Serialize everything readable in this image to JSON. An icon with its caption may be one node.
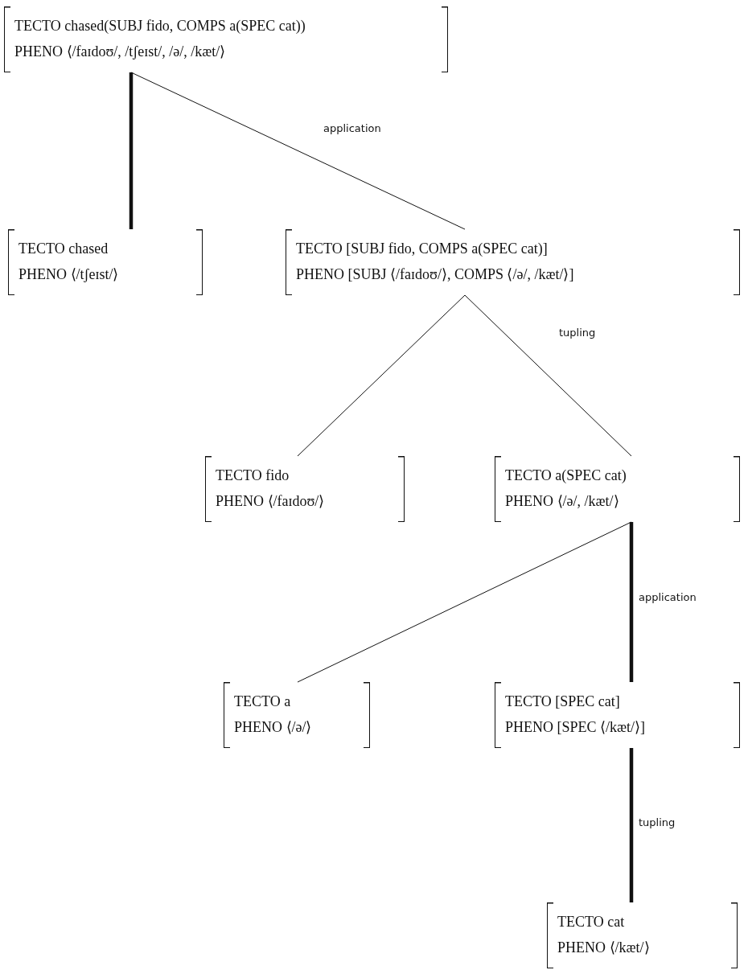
{
  "diagram": {
    "nodes": [
      {
        "text": [
          "TECTO chased(SUBJ fido, COMPS a(SPEC cat))",
          "PHENO ⟨/faɪdoʊ/, /tʃeɪst/, /ə/, /kæt/⟩"
        ]
      },
      {
        "text": [
          "TECTO chased",
          "PHENO ⟨/tʃeɪst/⟩"
        ]
      },
      {
        "text": [
          "TECTO [SUBJ fido, COMPS a(SPEC cat)]",
          "PHENO [SUBJ ⟨/faɪdoʊ/⟩, COMPS ⟨/ə/, /kæt/⟩]"
        ]
      },
      {
        "text": [
          "TECTO fido",
          "PHENO ⟨/faɪdoʊ/⟩"
        ]
      },
      {
        "text": [
          "TECTO a(SPEC cat)",
          "PHENO ⟨/ə/, /kæt/⟩"
        ]
      },
      {
        "text": [
          "TECTO a",
          "PHENO ⟨/ə/⟩"
        ]
      },
      {
        "text": [
          "TECTO [SPEC cat]",
          "PHENO [SPEC ⟨/kæt/⟩]"
        ]
      },
      {
        "text": [
          "TECTO cat",
          "PHENO ⟨/kæt/⟩"
        ]
      }
    ],
    "edges": [
      {
        "from": 0,
        "to": 1,
        "arrow": "none",
        "style": "thick"
      },
      {
        "from": 0,
        "to": 2,
        "arrow": "none",
        "label": "application"
      },
      {
        "from": 2,
        "to": 3,
        "arrow": "none"
      },
      {
        "from": 2,
        "to": 4,
        "arrow": "none",
        "label": "tupling"
      },
      {
        "from": 4,
        "to": 5,
        "arrow": "none"
      },
      {
        "from": 4,
        "to": 6,
        "arrow": "none",
        "style": "thick",
        "label": "application"
      },
      {
        "from": 6,
        "to": 7,
        "arrow": "none",
        "style": "thick",
        "label": "tupling"
      }
    ]
  }
}
